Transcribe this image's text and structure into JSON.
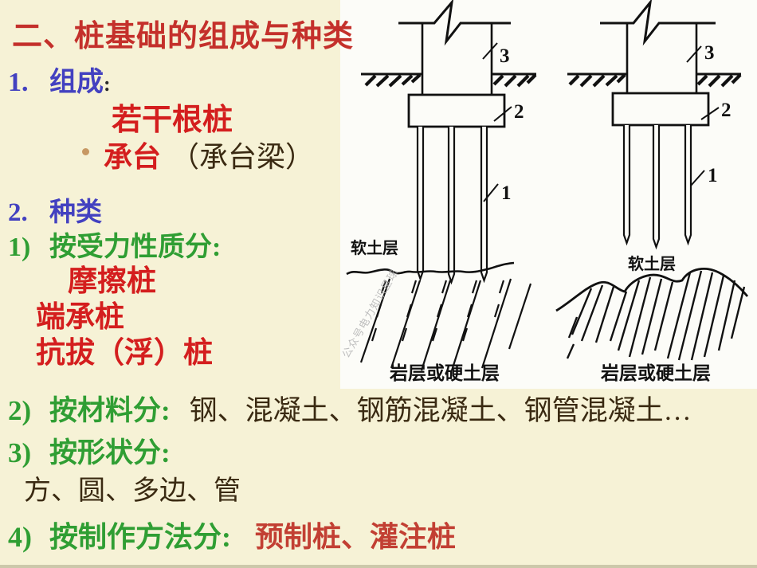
{
  "colors": {
    "background": "#f6f2d6",
    "diagram_panel": "#fcfcf8",
    "title_red": "#c4302b",
    "section_blue": "#4341c0",
    "category_green": "#2f9e33",
    "item_red": "#d41e1e",
    "method_red": "#c23f33",
    "body_dark": "#3a2a12",
    "watermark_gray": "#b4b4b4",
    "bullet_tan": "#c79863"
  },
  "icons": {
    "bullet": "•"
  },
  "watermark": "公众号电力知识星球",
  "content": {
    "title": "二、桩基础的组成与种类",
    "sec1_num": "1.",
    "sec1_label": "组成",
    "sec1_colon": ":",
    "comp_item1": "若干根桩",
    "comp_item2_main": "承台",
    "comp_item2_note": "（承台梁）",
    "sec2_num": "2.",
    "sec2_label": "种类",
    "cat1_num": "1)",
    "cat1_head": "按受力性质分:",
    "cat1_item1": "摩擦桩",
    "cat1_item2": "端承桩",
    "cat1_item3": "抗拔（浮）桩",
    "cat2_num": "2)",
    "cat2_head": "按材料分:",
    "cat2_body": "钢、混凝土、钢筋混凝土、钢管混凝土…",
    "cat3_num": "3)",
    "cat3_head": "按形状分:",
    "cat3_body": "方、圆、多边、管",
    "cat4_num": "4)",
    "cat4_head": "按制作方法分:",
    "cat4_body": "预制桩、灌注桩"
  },
  "diagram_left": {
    "label_1": "1",
    "label_2": "2",
    "label_3": "3",
    "soft_layer": "软土层",
    "rock_layer": "岩层或硬土层"
  },
  "diagram_right": {
    "label_1": "1",
    "label_2": "2",
    "label_3": "3",
    "soft_layer": "软土层",
    "rock_layer": "岩层或硬土层"
  }
}
